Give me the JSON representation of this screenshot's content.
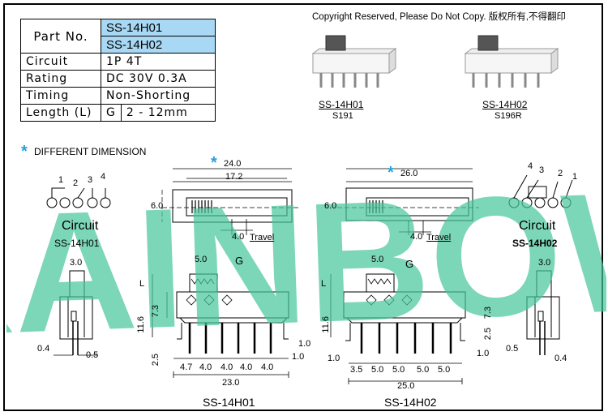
{
  "copyright": "Copyright Reserved, Please Do Not Copy. 版权所有,不得翻印",
  "spec_table": {
    "part_no_label": "Part No.",
    "part_numbers": [
      "SS-14H01",
      "SS-14H02"
    ],
    "rows": [
      {
        "label": "Circuit",
        "value": "1P 4T"
      },
      {
        "label": "Rating",
        "value": "DC 30V 0.3A"
      },
      {
        "label": "Timing",
        "value": "Non-Shorting"
      }
    ],
    "length_label": "Length (L)",
    "length_key": "G",
    "length_value": "2 - 12mm"
  },
  "products": [
    {
      "name": "SS-14H01",
      "code": "S191"
    },
    {
      "name": "SS-14H02",
      "code": "S196R"
    }
  ],
  "note": "DIFFERENT DIMENSION",
  "watermark": "RAINBOW",
  "circuit_label": "Circuit",
  "circuit_left_pins": [
    "1",
    "2",
    "3",
    "4"
  ],
  "circuit_right_pins": [
    "4",
    "3",
    "2",
    "1"
  ],
  "drawing_labels": {
    "top_left_width": "24.0",
    "top_left_inner": "17.2",
    "top_left_height": "6.0",
    "top_left_travel": "4.0",
    "travel_word": "Travel",
    "top_right_width": "26.0",
    "top_right_height": "6.0",
    "top_right_travel": "4.0",
    "knob_width": "5.0",
    "g": "G",
    "l": "L",
    "body_h1": "7.3",
    "total_h1": "11.6",
    "pin_h1": "2.5",
    "front_pitches_1": [
      "4.7",
      "4.0",
      "4.0",
      "4.0",
      "4.0"
    ],
    "front_total_1": "23.0",
    "front_pin_w": "1.0",
    "front_pitches_2": [
      "3.5",
      "5.0",
      "5.0",
      "5.0",
      "5.0"
    ],
    "front_total_2": "25.0",
    "side_knob": "3.0",
    "side_left_a": "0.4",
    "side_left_b": "0.5",
    "side_right_a": "0.5",
    "side_right_b": "0.4",
    "star": "*"
  }
}
